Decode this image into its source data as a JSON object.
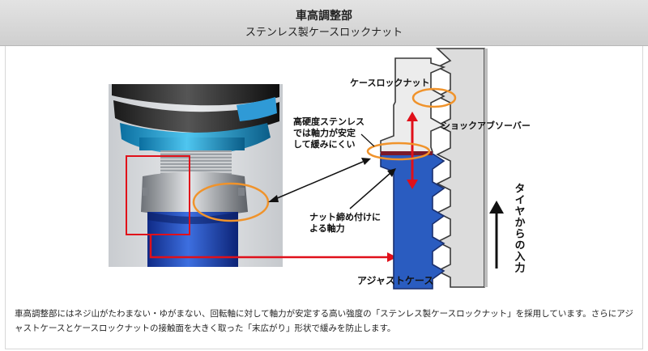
{
  "header": {
    "title": "車高調整部",
    "subtitle": "ステンレス製ケースロックナット"
  },
  "labels": {
    "case_lock_nut": "ケースロックナット",
    "high_hardness_line1": "高硬度ステンレス",
    "high_hardness_line2": "では軸力が安定",
    "high_hardness_line3": "して緩みにくい",
    "shock_absorber": "ショックアブソーバー",
    "nut_tightening_line1": "ナット締め付けに",
    "nut_tightening_line2": "よる軸力",
    "adjust_case": "アジャストケース",
    "tire_input": "タイヤからの入力"
  },
  "description": "車高調整部にはネジ山がたわまない・ゆがまない、回転軸に対して軸力が安定する高い強度の「ステンレス製ケースロックナット」を採用しています。さらにアジャストケースとケースロックナットの接触面を大きく取った「末広がり」形状で緩みを防止します。",
  "colors": {
    "arrow_red": "#e0101a",
    "highlight_orange": "#f0932b",
    "case_blue": "#2a5cc0",
    "header_bg": "#d9d9d9"
  }
}
